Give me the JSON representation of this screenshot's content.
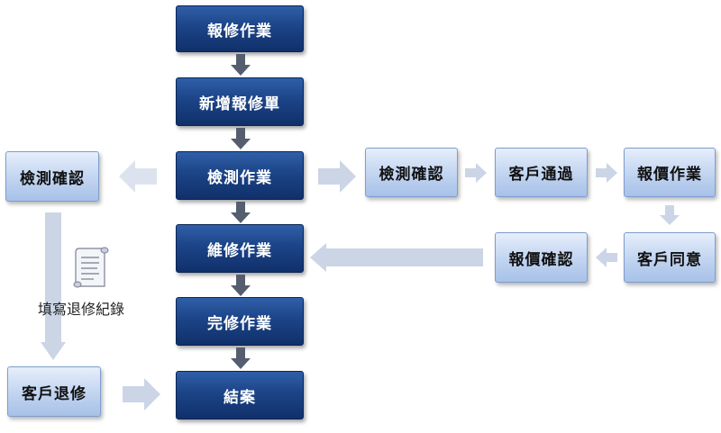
{
  "flow": {
    "repair_job": "報修作業",
    "new_repair_order": "新增報修單",
    "inspection_job": "檢測作業",
    "repair_work": "維修作業",
    "repair_complete": "完修作業",
    "close_case": "結案"
  },
  "right_branch": {
    "inspection_confirm": "檢測確認",
    "customer_approve": "客戶通過",
    "quote_job": "報價作業",
    "customer_agree": "客戶同意",
    "quote_confirm": "報價確認"
  },
  "left_branch": {
    "inspection_confirm": "檢測確認",
    "document_label": "填寫退修紀錄",
    "customer_return": "客戶退修"
  },
  "colors": {
    "dark_box": "#1c4487",
    "light_box": "#c4d6f1",
    "arrow_dark": "#555e6e",
    "arrow_light": "#cbd5e6"
  },
  "icons": {
    "document": "scroll-document-icon"
  }
}
